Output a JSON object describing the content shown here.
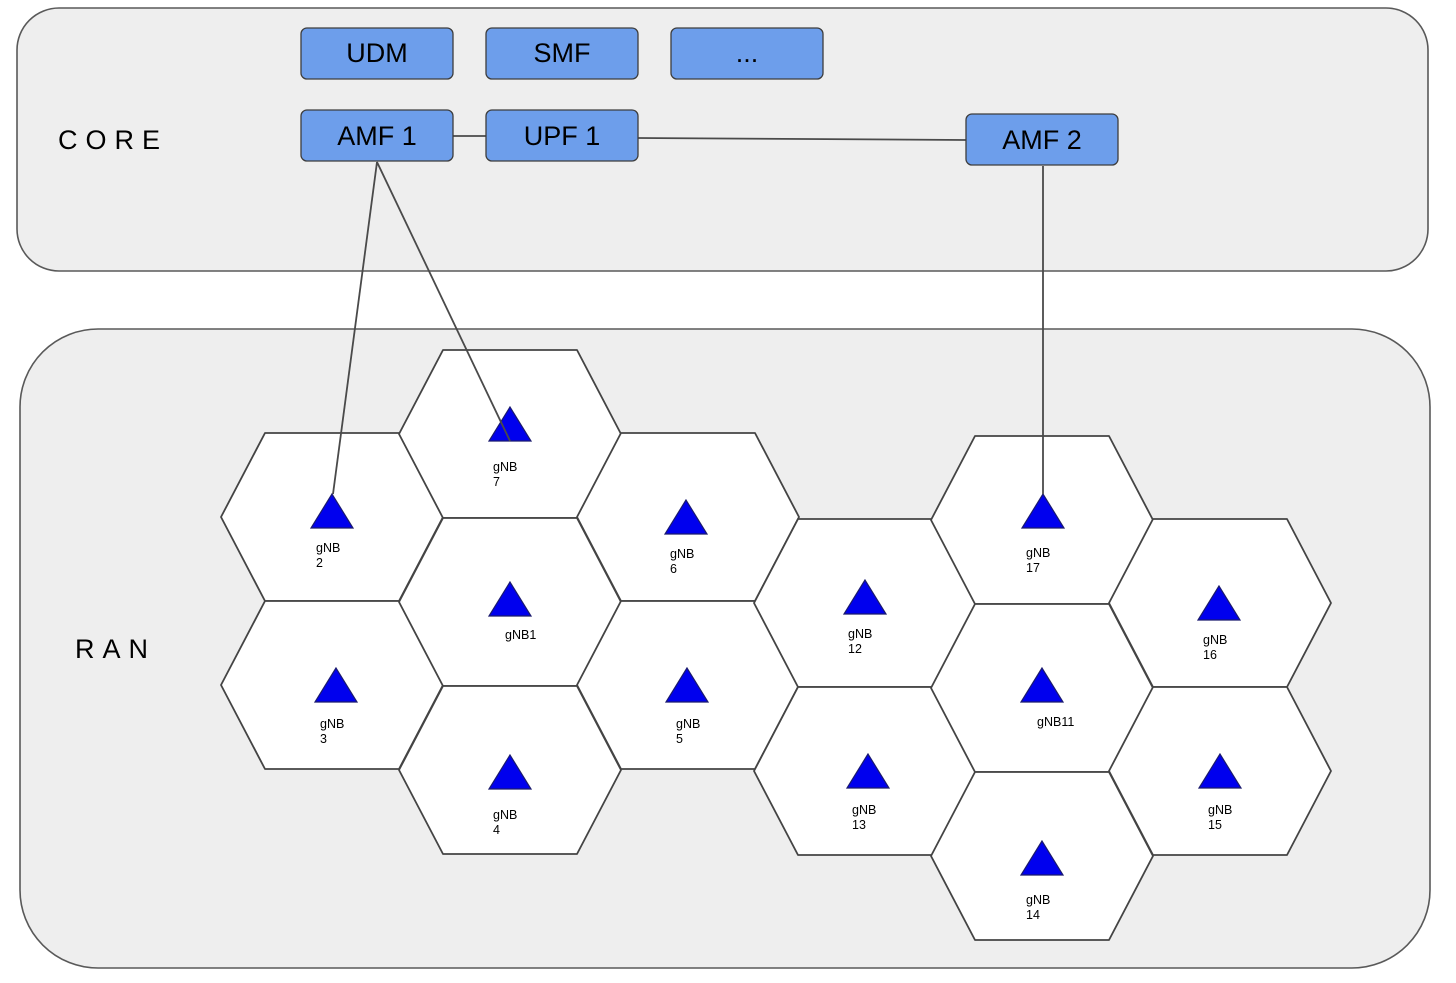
{
  "regions": {
    "core_label": "CORE",
    "ran_label": "RAN"
  },
  "network_functions": {
    "udm": "UDM",
    "smf": "SMF",
    "more": "...",
    "amf1": "AMF 1",
    "upf1": "UPF 1",
    "amf2": "AMF 2"
  },
  "cells": {
    "gnb1": {
      "line1": "gNB1"
    },
    "gnb2": {
      "line1": "gNB",
      "line2": "2"
    },
    "gnb3": {
      "line1": "gNB",
      "line2": "3"
    },
    "gnb4": {
      "line1": "gNB",
      "line2": "4"
    },
    "gnb5": {
      "line1": "gNB",
      "line2": "5"
    },
    "gnb6": {
      "line1": "gNB",
      "line2": "6"
    },
    "gnb7": {
      "line1": "gNB",
      "line2": "7"
    },
    "gnb11": {
      "line1": "gNB11"
    },
    "gnb12": {
      "line1": "gNB",
      "line2": "12"
    },
    "gnb13": {
      "line1": "gNB",
      "line2": "13"
    },
    "gnb14": {
      "line1": "gNB",
      "line2": "14"
    },
    "gnb15": {
      "line1": "gNB",
      "line2": "15"
    },
    "gnb16": {
      "line1": "gNB",
      "line2": "16"
    },
    "gnb17": {
      "line1": "gNB",
      "line2": "17"
    }
  },
  "colors": {
    "nf_fill": "#6d9eeb",
    "gnb_triangle": "#0000ee",
    "region_fill": "#eeeeee"
  }
}
